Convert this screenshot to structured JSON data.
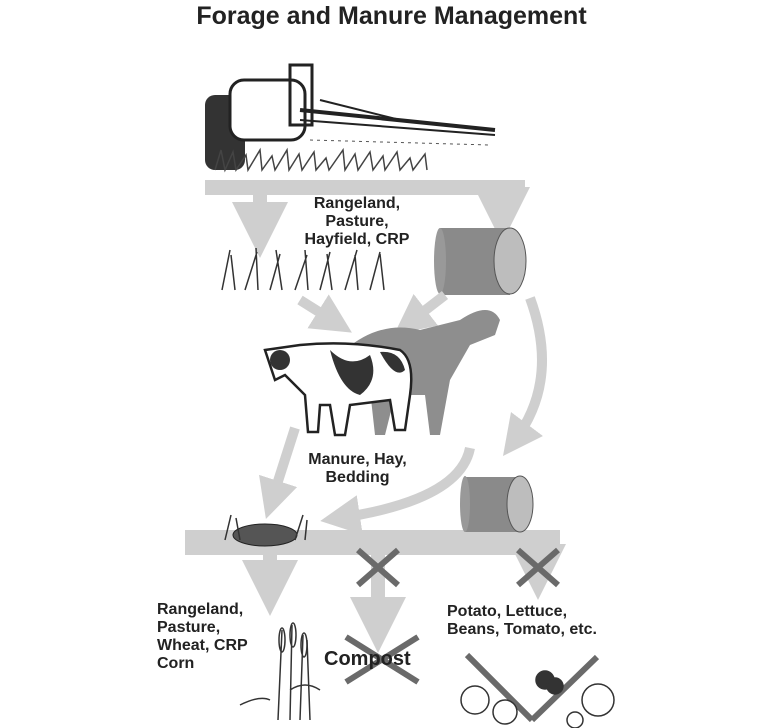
{
  "title": "Forage and Manure Management",
  "labels": {
    "forage_sources": [
      "Rangeland, Pasture,",
      "Hayfield, CRP"
    ],
    "manure_sources": [
      "Manure, Hay,",
      "Bedding"
    ],
    "allowed_fields": [
      "Rangeland,",
      "Pasture,",
      "Wheat, CRP",
      "Corn"
    ],
    "compost": "Compost",
    "restricted_crops": [
      "Potato, Lettuce,",
      "Beans, Tomato, etc."
    ]
  },
  "colors": {
    "arrow": "#cfcfcf",
    "cross": "#6a6a6a",
    "text": "#222222"
  }
}
